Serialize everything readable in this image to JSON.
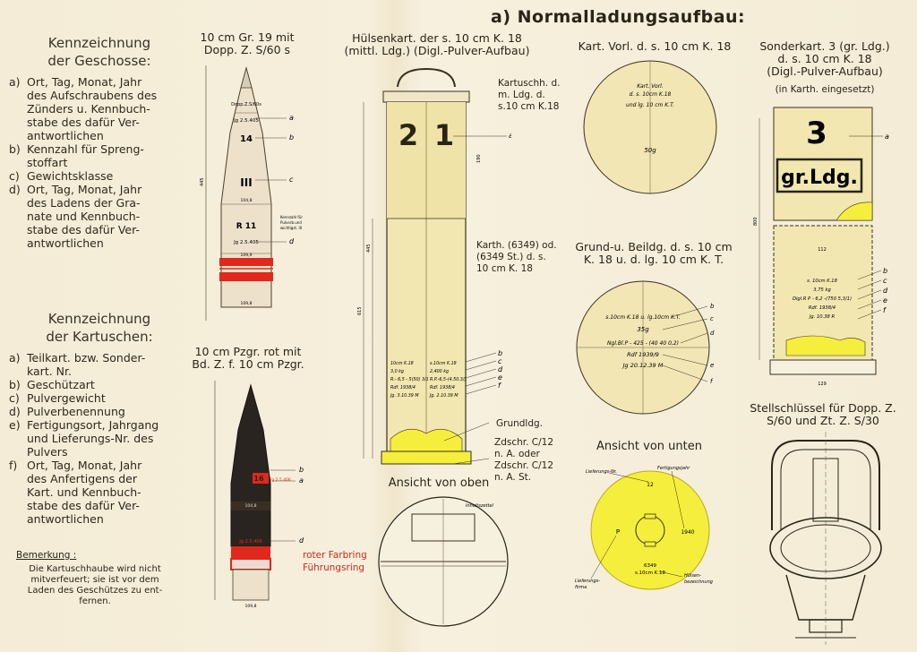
{
  "title": "a) Normalladungsaufbau:",
  "geschosse": {
    "heading": [
      "Kennzeichnung",
      "der Geschosse:"
    ],
    "items": [
      {
        "k": "a)",
        "lines": [
          "Ort, Tag, Monat, Jahr",
          "des Aufschraubens des",
          "Zünders u. Kennbuch-",
          "stabe des dafür Ver-",
          "antwortlichen"
        ]
      },
      {
        "k": "b)",
        "lines": [
          "Kennzahl für Spreng-",
          "stoffart"
        ]
      },
      {
        "k": "c)",
        "lines": [
          "Gewichtsklasse"
        ]
      },
      {
        "k": "d)",
        "lines": [
          "Ort, Tag, Monat, Jahr",
          "des Ladens der Gra-",
          "nate und Kennbuch-",
          "stabe des dafür Ver-",
          "antwortlichen"
        ]
      }
    ]
  },
  "kartuschen": {
    "heading": [
      "Kennzeichnung",
      "der Kartuschen:"
    ],
    "items": [
      {
        "k": "a)",
        "lines": [
          "Teilkart. bzw. Sonder-",
          "kart. Nr."
        ]
      },
      {
        "k": "b)",
        "lines": [
          "Geschützart"
        ]
      },
      {
        "k": "c)",
        "lines": [
          "Pulvergewicht"
        ]
      },
      {
        "k": "d)",
        "lines": [
          "Pulverbenennung"
        ]
      },
      {
        "k": "e)",
        "lines": [
          "Fertigungsort, Jahrgang",
          "und Lieferungs-Nr. des",
          "Pulvers"
        ]
      },
      {
        "k": "f)",
        "lines": [
          "Ort, Tag, Monat, Jahr",
          "des Anfertigens der",
          "Kart. und Kennbuch-",
          "stabe des dafür Ver-",
          "antwortlichen"
        ]
      }
    ]
  },
  "bemerkung": {
    "title": "Bemerkung :",
    "lines": [
      "Die Kartuschhaube wird nicht",
      "mitverfeuert; sie ist vor dem",
      "Laden des Geschützes zu ent-",
      "fernen."
    ]
  },
  "shell1": {
    "caption": [
      "10 cm Gr. 19 mit",
      "Dopp. Z. S/60 s"
    ],
    "marks": {
      "top": "Dopp.Z.S/60s",
      "a": "Jg 2.5.405",
      "b": "14",
      "c": "III",
      "d": "R 11",
      "d2": "Jg 2.5.405",
      "side": [
        "Kennzahl für",
        "Pulverb.und",
        "wichtigst. III"
      ]
    },
    "dims": {
      "d1": "104,8",
      "d2": "109,9",
      "d3": "109,8",
      "len": "445"
    },
    "letters": [
      "a",
      "b",
      "c",
      "d"
    ]
  },
  "shell2": {
    "caption": [
      "10 cm Pzgr. rot mit",
      "Bd. Z. f. 10 cm Pzgr."
    ],
    "marks": {
      "b": "16",
      "a": "Jg 2.5.406",
      "d": "Jg 2.5.406"
    },
    "dims": {
      "d1": "104,8",
      "d2": "109,8"
    },
    "letters": [
      "b",
      "a",
      "d"
    ],
    "red_labels": [
      "roter Farbring",
      "Führungsring"
    ]
  },
  "huelse": {
    "caption": [
      "Hülsenkart. der s. 10 cm K. 18",
      "(mittl. Ldg.) (Digl.-Pulver-Aufbau)"
    ],
    "numbers": [
      "2",
      "1"
    ],
    "label_kartuschhaube": [
      "Kartuschh. d.",
      "m. Ldg. d.",
      "s.10 cm K.18"
    ],
    "label_karth": [
      "Karth. (6349) od.",
      "(6349 St.) d. s.",
      "10 cm K. 18"
    ],
    "label_grund": "Grundldg.",
    "label_zdschr": [
      "Zdschr. C/12",
      "n. A. oder",
      "Zdschr. C/12",
      "n. A. St."
    ],
    "markings_left": [
      "10cm K.18",
      "3,0 kg",
      "R.- 6,5 - 5(50) 3/1",
      "Rdf. 1938/4",
      "Jg. 3.10.39 M"
    ],
    "markings_right": [
      "s.10cm K.18",
      "2,400 kg",
      "R.P.-6,5-(4.50.3/)",
      "Rdf. 1938/4",
      "Jg. 2.10.39 M"
    ],
    "dims": {
      "d1": "615",
      "d2": "445",
      "d3": "190"
    },
    "letters": [
      "a",
      "b",
      "c",
      "d",
      "e",
      "f"
    ]
  },
  "oben": {
    "caption": "Ansicht von oben",
    "label": "Inhaltszettel"
  },
  "vorl": {
    "caption": "Kart. Vorl. d. s. 10 cm K. 18",
    "text": [
      "Kart. Vorl.",
      "d. s. 10cm K.18",
      "und lg. 10 cm K.T."
    ],
    "weight": "50g"
  },
  "grund": {
    "caption": [
      "Grund-u. Beildg. d. s. 10 cm",
      "K. 18 u. d. lg. 10 cm K. T."
    ],
    "text": [
      "s.10cm K.18 u. lg.10cm K.T.",
      "35g",
      "Ngl.Bl.P - 425 - (40 40 0,2)",
      "Rdf 1939/9",
      "Jg 20.12.39 M"
    ],
    "letters": [
      "b",
      "c",
      "d",
      "e",
      "f"
    ]
  },
  "unten": {
    "caption": "Ansicht von unten",
    "labels": {
      "lieferung": "Lieferungs-Nr.",
      "fertigung": "Fertigungsjahr",
      "lieferfirma": [
        "Lieferungs-",
        "firma"
      ],
      "huelsen": [
        "Hülsen-",
        "bezeichnung"
      ]
    },
    "values": {
      "n12": "12",
      "p": "P",
      "year": "1940",
      "num": "6349",
      "k": "s.10cm K.18"
    },
    "color": "#f6ee3c"
  },
  "sonder": {
    "caption": [
      "Sonderkart. 3 (gr. Ldg.)",
      "d. s. 10 cm K. 18",
      "(Digl.-Pulver-Aufbau)"
    ],
    "sub": "(in Karth. eingesetzt)",
    "number": "3",
    "label_box": "gr.Ldg.",
    "markings": [
      "s. 10cm K.18",
      "3,75 kg",
      "Digl.R P - 6,2 -(750 5,3/1)",
      "Rdf. 1938/4",
      "Jg. 10.38 R"
    ],
    "dims": {
      "w1": "112",
      "w2": "129",
      "h": "800"
    },
    "letters": [
      "a",
      "b",
      "c",
      "d",
      "e",
      "f"
    ]
  },
  "stell": {
    "caption": [
      "Stellschlüssel für Dopp. Z.",
      "S/60 und Zt. Z. S/30"
    ]
  },
  "colors": {
    "cream": "#f4ecd6",
    "charge": "#f2e7b0",
    "shell_body": "#eedfc8",
    "red": "#e0281c",
    "yellow": "#f6ee3c",
    "pzgr": "#2a2420"
  }
}
